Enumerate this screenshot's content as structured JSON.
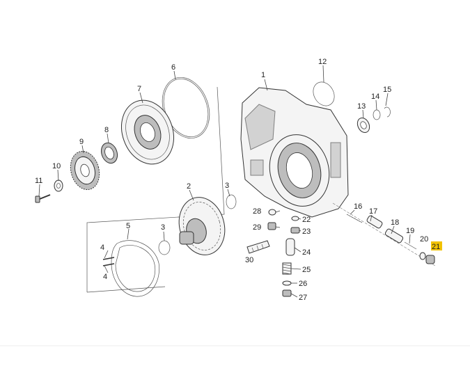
{
  "diagram": {
    "highlight_color": "#f2c200",
    "callouts": {
      "c1": "1",
      "c2": "2",
      "c3a": "3",
      "c3b": "3",
      "c4a": "4",
      "c4b": "4",
      "c5": "5",
      "c6": "6",
      "c7": "7",
      "c8": "8",
      "c9": "9",
      "c10": "10",
      "c11": "11",
      "c12": "12",
      "c13": "13",
      "c14": "14",
      "c15": "15",
      "c16": "16",
      "c17": "17",
      "c18": "18",
      "c19": "19",
      "c20": "20",
      "c21": "21",
      "c22": "22",
      "c23": "23",
      "c24": "24",
      "c25": "25",
      "c26": "26",
      "c27": "27",
      "c28": "28",
      "c29": "29",
      "c30": "30"
    }
  }
}
